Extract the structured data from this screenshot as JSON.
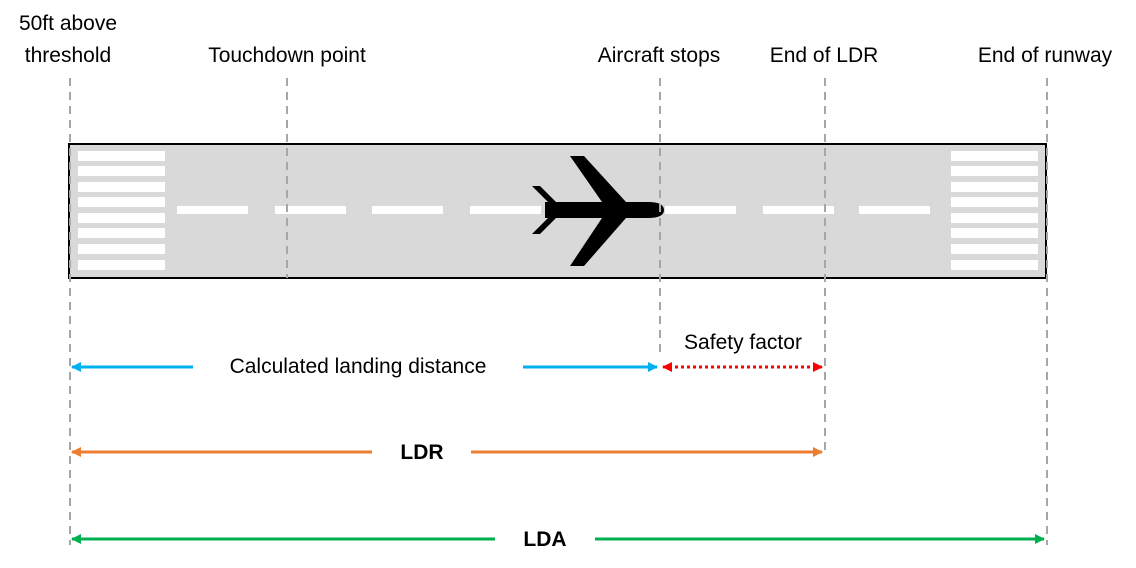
{
  "markers": {
    "threshold_line1": "50ft above",
    "threshold_line2": "threshold",
    "touchdown": "Touchdown point",
    "aircraft_stops": "Aircraft stops",
    "end_ldr": "End of LDR",
    "end_runway": "End of runway"
  },
  "dimensions": {
    "calculated_landing_distance": "Calculated landing distance",
    "safety_factor": "Safety factor",
    "ldr": "LDR",
    "lda": "LDA"
  },
  "colors": {
    "calculated": "#00b0f0",
    "safety": "#ff0000",
    "ldr": "#ed7d31",
    "lda": "#00b050",
    "runway": "#d9d9d9",
    "guide": "#a6a6a6"
  },
  "icons": {
    "aircraft": "airplane-icon"
  }
}
